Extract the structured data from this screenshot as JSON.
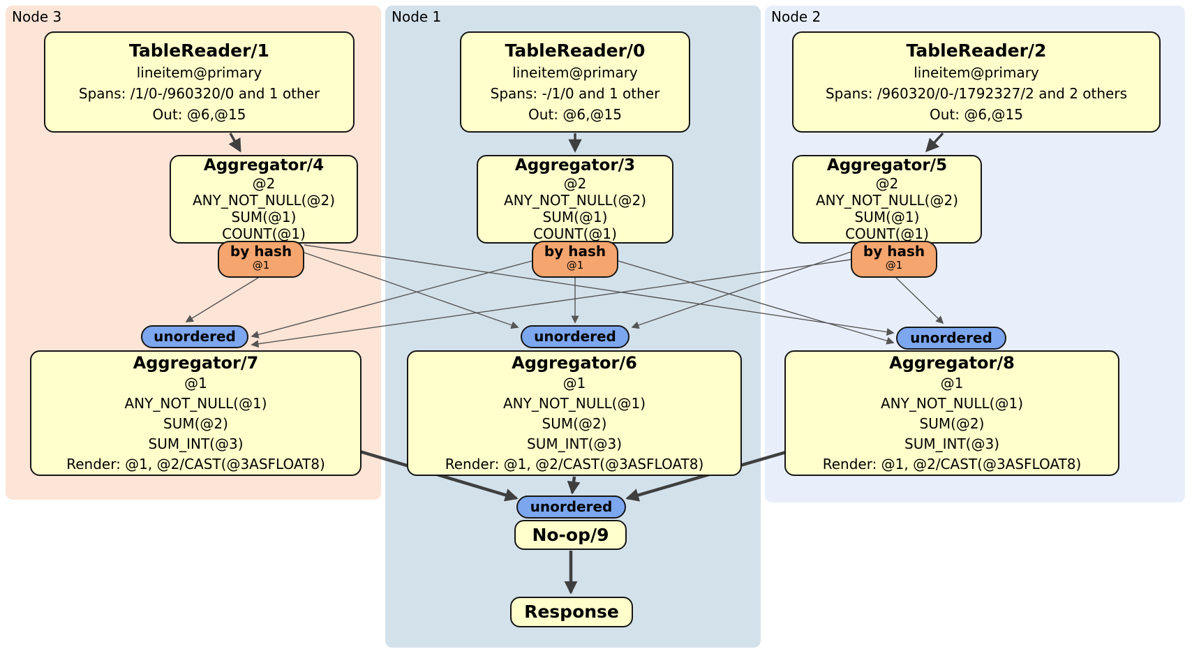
{
  "diagram": {
    "node_groups": [
      {
        "label": "Node 3"
      },
      {
        "label": "Node 1"
      },
      {
        "label": "Node 2"
      }
    ],
    "boxes": {
      "tr1": {
        "title": "TableReader/1",
        "lines": [
          "lineitem@primary",
          "Spans: /1/0-/960320/0 and 1 other",
          "Out: @6,@15"
        ]
      },
      "tr0": {
        "title": "TableReader/0",
        "lines": [
          "lineitem@primary",
          "Spans: -/1/0 and 1 other",
          "Out: @6,@15"
        ]
      },
      "tr2": {
        "title": "TableReader/2",
        "lines": [
          "lineitem@primary",
          "Spans: /960320/0-/1792327/2 and 2 others",
          "Out: @6,@15"
        ]
      },
      "agg4": {
        "title": "Aggregator/4",
        "lines": [
          "@2",
          "ANY_NOT_NULL(@2)",
          "SUM(@1)",
          "COUNT(@1)"
        ]
      },
      "agg3": {
        "title": "Aggregator/3",
        "lines": [
          "@2",
          "ANY_NOT_NULL(@2)",
          "SUM(@1)",
          "COUNT(@1)"
        ]
      },
      "agg5": {
        "title": "Aggregator/5",
        "lines": [
          "@2",
          "ANY_NOT_NULL(@2)",
          "SUM(@1)",
          "COUNT(@1)"
        ]
      },
      "agg7": {
        "title": "Aggregator/7",
        "lines": [
          "@1",
          "ANY_NOT_NULL(@1)",
          "SUM(@2)",
          "SUM_INT(@3)",
          "Render: @1, @2/CAST(@3ASFLOAT8)"
        ]
      },
      "agg6": {
        "title": "Aggregator/6",
        "lines": [
          "@1",
          "ANY_NOT_NULL(@1)",
          "SUM(@2)",
          "SUM_INT(@3)",
          "Render: @1, @2/CAST(@3ASFLOAT8)"
        ]
      },
      "agg8": {
        "title": "Aggregator/8",
        "lines": [
          "@1",
          "ANY_NOT_NULL(@1)",
          "SUM(@2)",
          "SUM_INT(@3)",
          "Render: @1, @2/CAST(@3ASFLOAT8)"
        ]
      },
      "noop": {
        "title": "No-op/9"
      },
      "response": {
        "title": "Response"
      }
    },
    "routers": [
      {
        "label": "by hash",
        "stream": "@1"
      },
      {
        "label": "by hash",
        "stream": "@1"
      },
      {
        "label": "by hash",
        "stream": "@1"
      }
    ],
    "syncs": [
      {
        "label": "unordered"
      },
      {
        "label": "unordered"
      },
      {
        "label": "unordered"
      },
      {
        "label": "unordered"
      }
    ],
    "colors": {
      "node3_bg": "#fce4d6",
      "node1_bg": "#d3e1eb",
      "node2_bg": "#e9effa",
      "processor_fill": "#ffffcc",
      "router_fill": "#f5a56e",
      "sync_fill": "#7ca6ee",
      "edge_thin": "#555555",
      "edge_thick": "#3f3f3f"
    }
  }
}
